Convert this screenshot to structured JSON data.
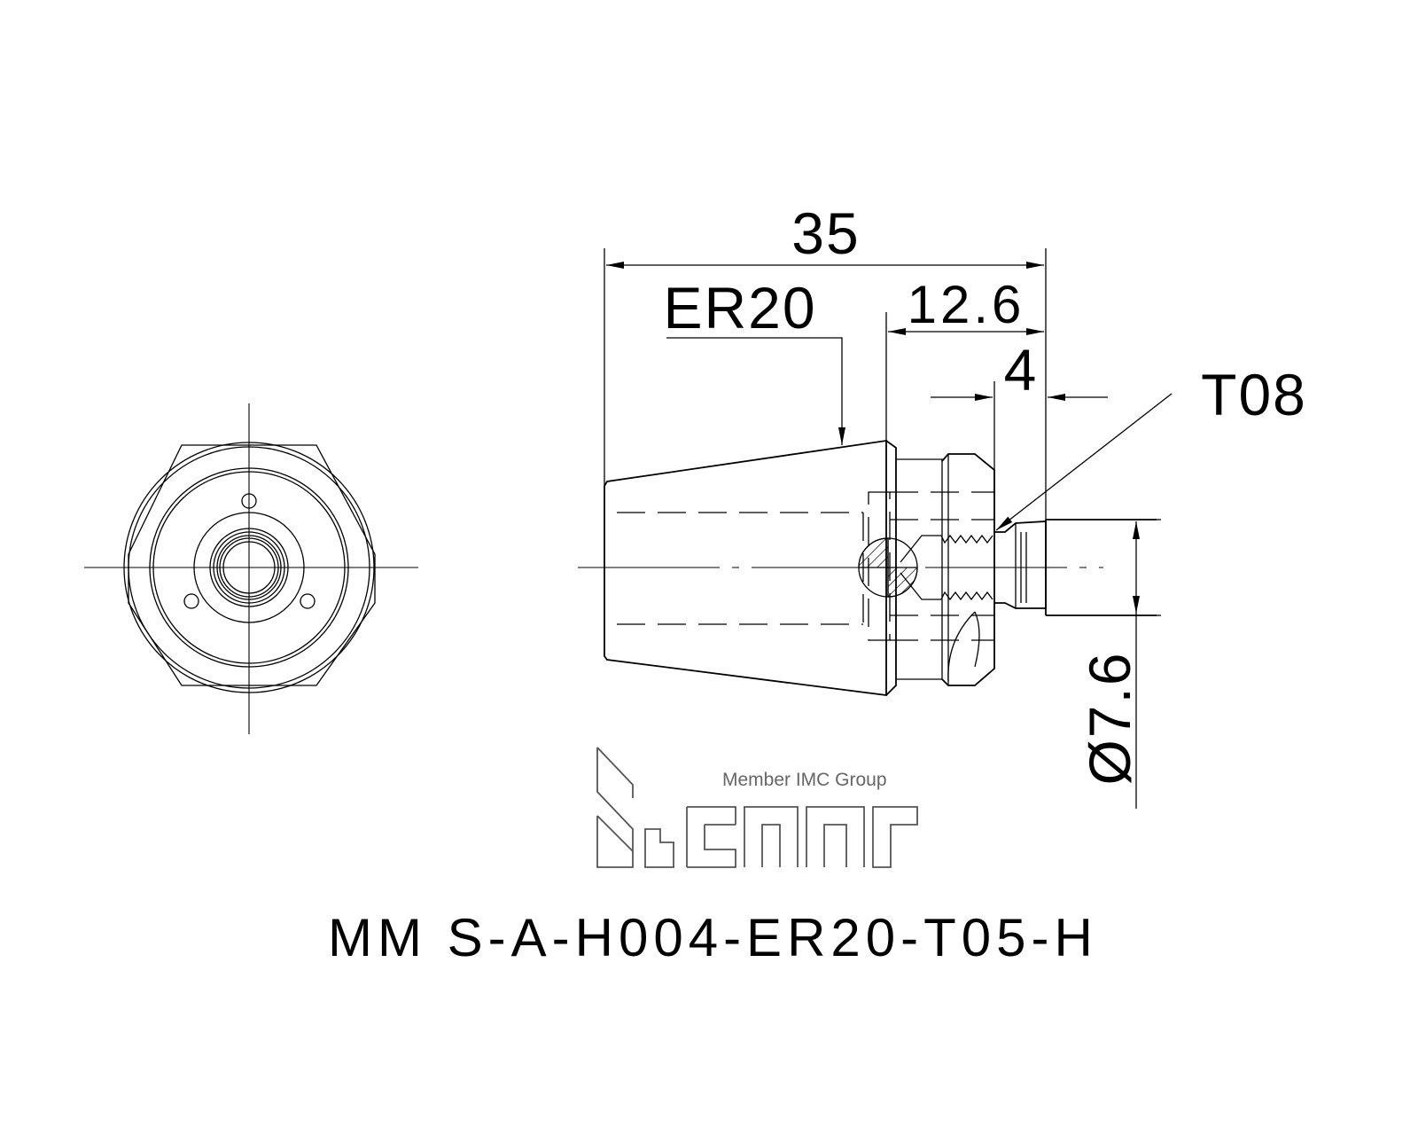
{
  "dimensions": {
    "overall_length": "35",
    "collet_label": "ER20",
    "shank_length": "12.6",
    "thread_length": "4",
    "thread_callout": "T08",
    "diameter": "Ø7.6"
  },
  "brand": {
    "tagline": "Member IMC Group",
    "logo": "iscar-logo"
  },
  "part_number": "MM S-A-H004-ER20-T05-H"
}
